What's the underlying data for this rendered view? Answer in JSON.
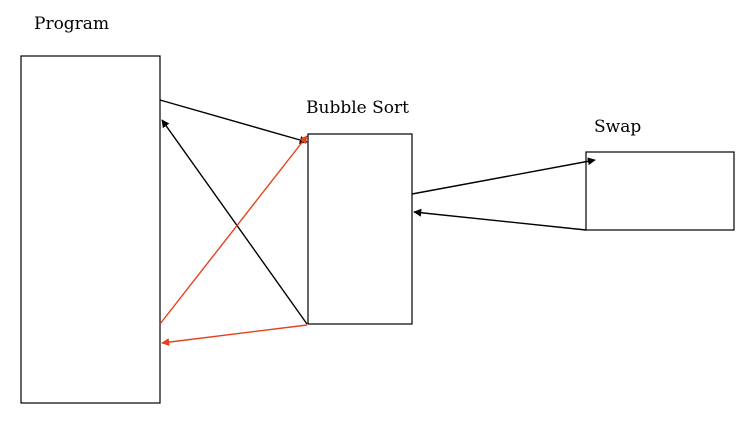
{
  "labels": {
    "program": "Program",
    "bubble_sort": "Bubble Sort",
    "swap": "Swap"
  },
  "colors": {
    "black_arrow": "#000000",
    "red_arrow": "#e8401c"
  }
}
